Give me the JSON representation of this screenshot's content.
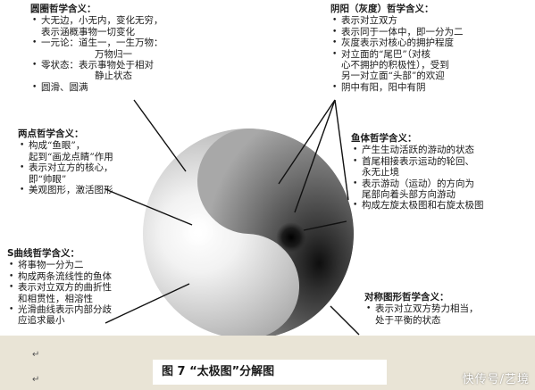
{
  "boxes": {
    "circle": {
      "title": "圆圈哲学含义：",
      "items": [
        {
          "lines": [
            "大无边，小无内，变化无穷，",
            "表示涵概事物一切变化"
          ]
        },
        {
          "lines": [
            "一元论：道生一，一生万物：",
            "万物归一"
          ]
        },
        {
          "lines": [
            "零状态：表示事物处于相对",
            "静止状态"
          ]
        },
        {
          "lines": [
            "圆滑、圆满"
          ]
        }
      ]
    },
    "yinyang": {
      "title": "阴阳（灰度）哲学含义：",
      "items": [
        {
          "lines": [
            "表示对立双方"
          ]
        },
        {
          "lines": [
            "表示同于一体中，即一分为二"
          ]
        },
        {
          "lines": [
            "灰度表示对核心的拥护程度"
          ]
        },
        {
          "lines": [
            "对立面的“尾巴”（对核",
            "心不拥护的积极性），受到",
            "另一对立面“头部”的欢迎"
          ]
        },
        {
          "lines": [
            "阴中有阳，阳中有阴"
          ]
        }
      ]
    },
    "twopoints": {
      "title": "两点哲学含义：",
      "items": [
        {
          "lines": [
            "构成“鱼眼”，",
            "起到“画龙点睛”作用"
          ]
        },
        {
          "lines": [
            "表示对立方的核心，",
            "即“帅眼”"
          ]
        },
        {
          "lines": [
            "美观图形，激活图形"
          ]
        }
      ]
    },
    "fishbody": {
      "title": "鱼体哲学含义：",
      "items": [
        {
          "lines": [
            "产生生动活跃的游动的状态"
          ]
        },
        {
          "lines": [
            "首尾相接表示运动的轮回、",
            "永无止境"
          ]
        },
        {
          "lines": [
            "表示游动（运动）的方向为",
            "尾部向着头部方向游动"
          ]
        },
        {
          "lines": [
            "构成左旋太极图和右旋太极图"
          ]
        }
      ]
    },
    "scurve": {
      "title": "S曲线哲学含义：",
      "items": [
        {
          "lines": [
            "将事物一分为二"
          ]
        },
        {
          "lines": [
            "构成两条流线性的鱼体"
          ]
        },
        {
          "lines": [
            "表示对立双方的曲折性",
            "和相贯性，相溶性"
          ]
        },
        {
          "lines": [
            "光滑曲线表示内部分歧",
            "应追求最小"
          ]
        }
      ]
    },
    "symmetry": {
      "title": "对称图形哲学含义：",
      "items": [
        {
          "lines": [
            "表示对立双方势力相当，",
            "处于平衡的状态"
          ]
        }
      ]
    }
  },
  "caption": "图 7 “太极图”分解图",
  "paragraph_mark": "↵",
  "watermark": "快传号/艺境",
  "colors": {
    "footer_band": "#e9e4d6",
    "line": "#111111"
  }
}
